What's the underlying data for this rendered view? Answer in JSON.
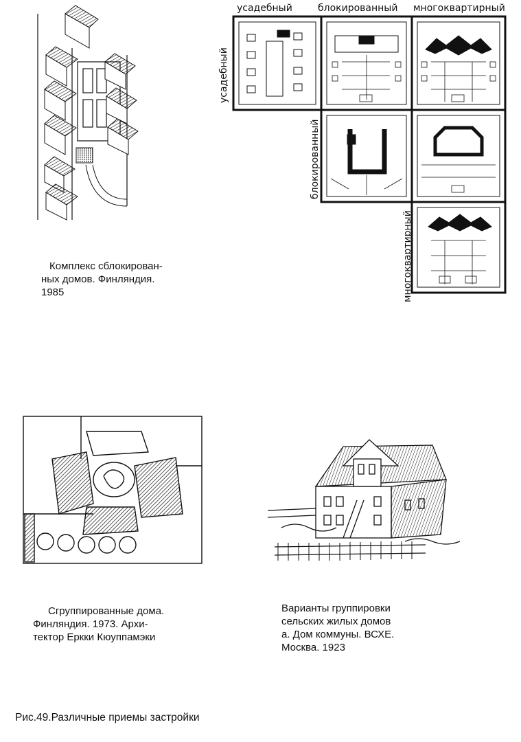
{
  "figure_caption": "Рис.49.Различные приемы застройки",
  "panels": {
    "finland_complex": {
      "caption_lines": [
        "Комплекс сблокирован-",
        "ных домов. Финляндия.",
        "1985"
      ]
    },
    "typology_grid": {
      "column_headers": [
        "усадебный",
        "блокированный",
        "многоквартирный"
      ],
      "row_headers": [
        "усадебный",
        "блокированный",
        "многоквартирный"
      ]
    },
    "grouped_houses": {
      "caption_lines": [
        "Сгруппированные дома.",
        "Финляндия. 1973. Архи-",
        "тектор Еркки Кюуппамэки"
      ]
    },
    "commune_house": {
      "caption_lines": [
        "Варианты группировки",
        "сельских жилых домов",
        "а. Дом коммуны. ВСХЕ.",
        "Москва. 1923"
      ]
    }
  }
}
